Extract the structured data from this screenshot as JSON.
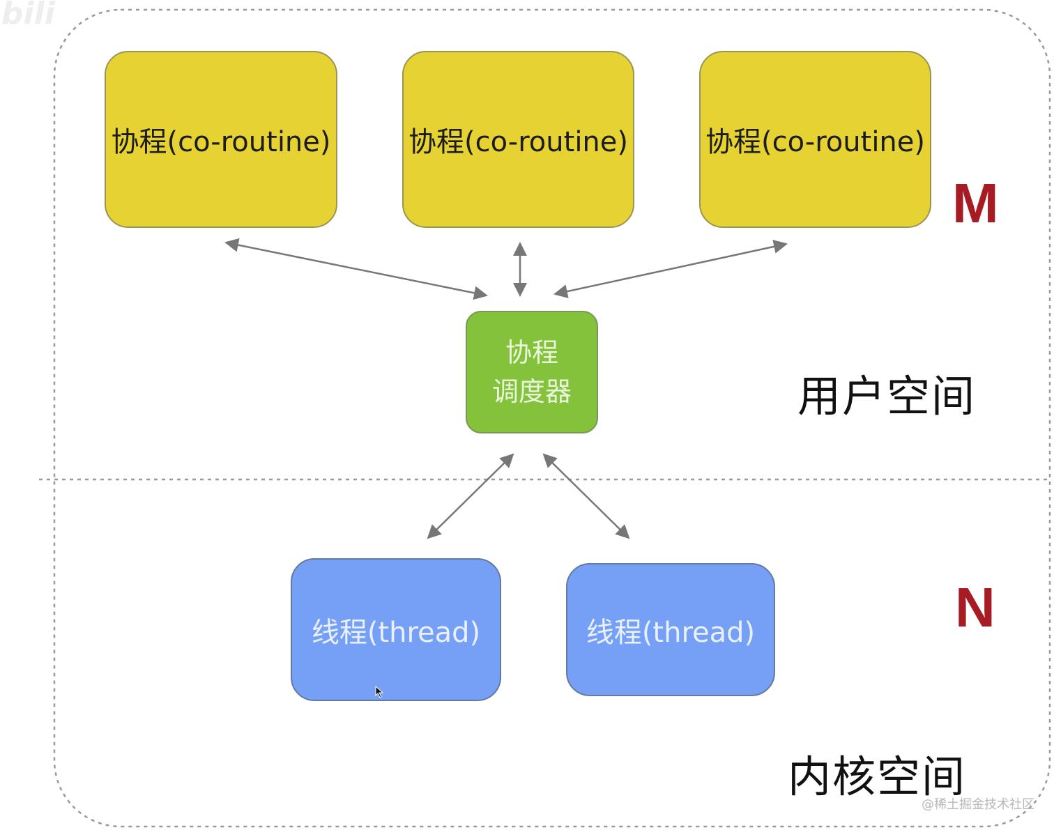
{
  "watermark_top_left": "bili",
  "coroutines": [
    {
      "label": "协程(co-routine)"
    },
    {
      "label": "协程(co-routine)"
    },
    {
      "label": "协程(co-routine)"
    }
  ],
  "scheduler": {
    "line1": "协程",
    "line2": "调度器"
  },
  "threads": [
    {
      "label": "线程(thread)"
    },
    {
      "label": "线程(thread)"
    }
  ],
  "labels": {
    "m": "M",
    "n": "N",
    "user_space": "用户空间",
    "kernel_space": "内核空间"
  },
  "watermark": "@稀土掘金技术社区",
  "colors": {
    "coroutine_fill": "#e6d232",
    "scheduler_fill": "#84c23c",
    "thread_fill": "#76a0f5",
    "mn_text": "#a61c22",
    "arrow": "#777777",
    "dashed_border": "#999999"
  }
}
